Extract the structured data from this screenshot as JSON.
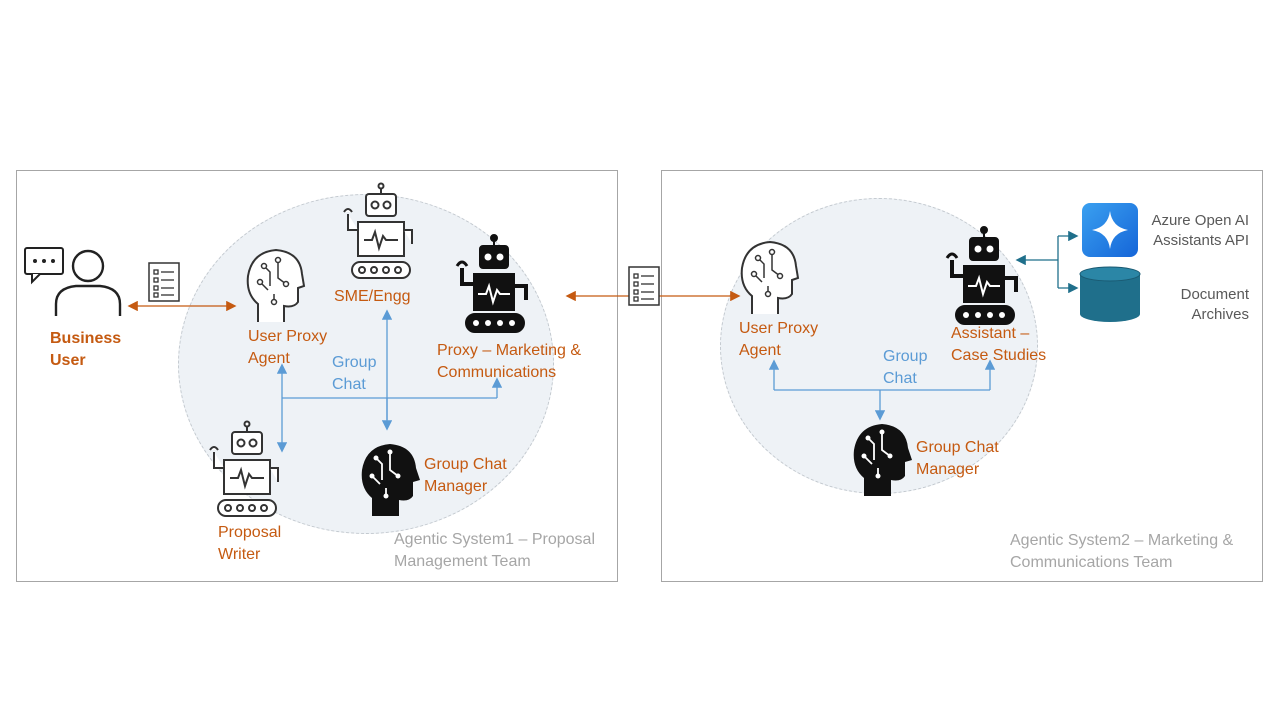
{
  "system1": {
    "caption": [
      "Agentic System1 – Proposal",
      "Management Team"
    ],
    "business_user": [
      "Business",
      "User"
    ],
    "user_proxy": [
      "User Proxy",
      "Agent"
    ],
    "sme": "SME/Engg",
    "proxy_marketing": [
      "Proxy – Marketing &",
      "Communications"
    ],
    "group_chat": [
      "Group",
      "Chat"
    ],
    "group_chat_manager": [
      "Group Chat",
      "Manager"
    ],
    "proposal_writer": [
      "Proposal",
      "Writer"
    ]
  },
  "system2": {
    "caption": [
      "Agentic System2 – Marketing &",
      "Communications Team"
    ],
    "user_proxy": [
      "User Proxy",
      "Agent"
    ],
    "assistant": [
      "Assistant –",
      "Case Studies"
    ],
    "group_chat": [
      "Group",
      "Chat"
    ],
    "group_chat_manager": [
      "Group Chat",
      "Manager"
    ],
    "azure": [
      "Azure Open AI",
      "Assistants API"
    ],
    "archives": [
      "Document",
      "Archives"
    ]
  },
  "colors": {
    "orange": "#c55a11",
    "blue": "#5b9bd5",
    "teal": "#1f6f8b",
    "grey": "#a6a6a6"
  }
}
